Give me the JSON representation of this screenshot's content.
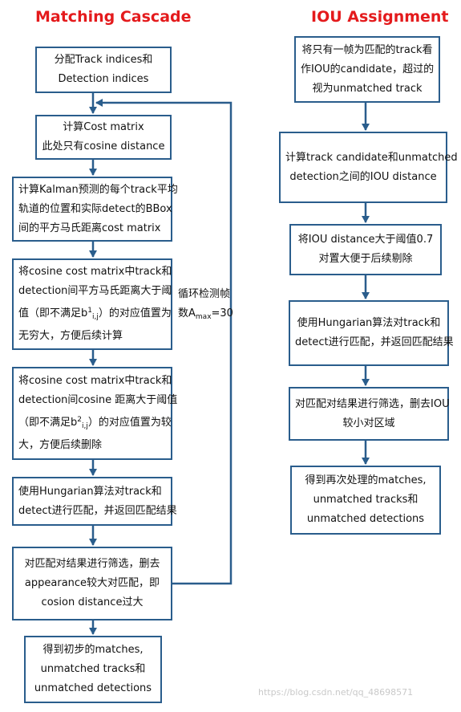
{
  "left_title": "Matching Cascade",
  "right_title": "IOU Assignment",
  "left_steps": [
    {
      "lines": [
        "分配Track indices和",
        "Detection indices"
      ]
    },
    {
      "lines": [
        "计算Cost matrix",
        "此处只有cosine distance"
      ]
    },
    {
      "lines": [
        "计算Kalman预测的每个track平均",
        "轨道的位置和实际detect的BBox",
        "间的平方马氏距离cost matrix"
      ]
    },
    {
      "lines": [
        "将cosine cost matrix中track和",
        "detection间平方马氏距离大于阈"
      ],
      "line3_pre": "值（即不满足b",
      "line3_sup": "1",
      "line3_sub": "i,j",
      "line3_post": "）的对应值置为",
      "line4": "无穷大，方便后续计算"
    },
    {
      "lines": [
        "将cosine cost matrix中track和",
        "detection间cosine 距离大于阈值"
      ],
      "line3_pre": "（即不满足b",
      "line3_sup": "2",
      "line3_sub": "i,j",
      "line3_post": "）的对应值置为较",
      "line4": "大，方便后续删除"
    },
    {
      "lines": [
        "使用Hungarian算法对track和",
        "detect进行匹配，并返回匹配结果"
      ]
    },
    {
      "lines": [
        "对匹配对结果进行筛选，删去",
        "appearance较大对匹配，即",
        "cosion distance过大"
      ]
    },
    {
      "lines": [
        "得到初步的matches,",
        "unmatched tracks和",
        "unmatched detections"
      ]
    }
  ],
  "loop_label": {
    "line1": "循环检测帧",
    "line2_pre": "数A",
    "line2_sub": "max",
    "line2_post": "=30"
  },
  "right_steps": [
    {
      "lines": [
        "将只有一帧为匹配的track看",
        "作IOU的candidate，超过的",
        "视为unmatched track"
      ]
    },
    {
      "lines": [
        "计算track candidate和unmatched",
        "detection之间的IOU distance"
      ]
    },
    {
      "lines": [
        "将IOU distance大于阈值0.7",
        "对置大便于后续剔除"
      ]
    },
    {
      "lines": [
        "使用Hungarian算法对track和",
        "detect进行匹配，并返回匹配结果"
      ]
    },
    {
      "lines": [
        "对匹配对结果进行筛选，删去IOU",
        "较小对区域"
      ]
    },
    {
      "lines": [
        "得到再次处理的matches,",
        "unmatched tracks和",
        "unmatched detections"
      ]
    }
  ],
  "watermark": "https://blog.csdn.net/qq_48698571",
  "colors": {
    "title": "#e41a1c",
    "border": "#2a5d8c",
    "arrow": "#2a5d8c"
  }
}
